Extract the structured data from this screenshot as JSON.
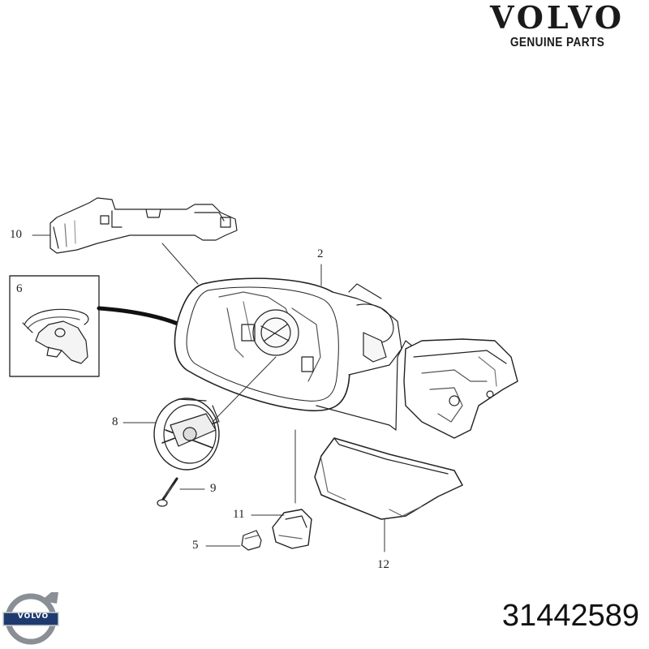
{
  "brand": {
    "name": "VOLVO",
    "subtitle": "GENUINE PARTS",
    "logo_text": "VOLVO"
  },
  "part_number": "31442589",
  "callouts": {
    "c2": "2",
    "c5": "5",
    "c6": "6",
    "c8": "8",
    "c9": "9",
    "c10": "10",
    "c11": "11",
    "c12": "12"
  }
}
